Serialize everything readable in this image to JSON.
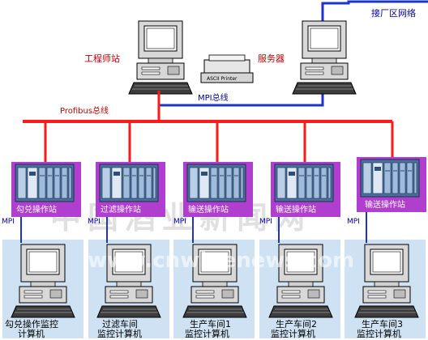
{
  "network": {
    "top_label": "接厂区网络",
    "profibus_label": "Profibus总线",
    "mpi_bus_label": "MPI总线",
    "mpi_link_label": "MPI",
    "printer_label": "ASCII Printer"
  },
  "top_nodes": {
    "engineer": "工程师站",
    "server": "服务器"
  },
  "stations": [
    {
      "label": "勾兑操作站"
    },
    {
      "label": "过滤操作站"
    },
    {
      "label": "输送操作站"
    },
    {
      "label": "输送操作站"
    },
    {
      "label": "输送操作站"
    }
  ],
  "computers": [
    {
      "line1": "勾兑操作监控",
      "line2": "计算机"
    },
    {
      "line1": "过滤车间",
      "line2": "监控计算机"
    },
    {
      "line1": "生产车间1",
      "line2": "监控计算机"
    },
    {
      "line1": "生产车间2",
      "line2": "监控计算机"
    },
    {
      "line1": "生产车间3",
      "line2": "监控计算机"
    }
  ],
  "watermark": {
    "cn": "中国酒业新闻网",
    "url": "www.cnwinenews.com"
  },
  "colors": {
    "profibus": "#ff1a1a",
    "mpi": "#1c35c8",
    "station_purple": "#b03fd0",
    "computer_bg": "#cfe2f3",
    "label_red": "#cc0000",
    "label_blue": "#0000aa"
  }
}
